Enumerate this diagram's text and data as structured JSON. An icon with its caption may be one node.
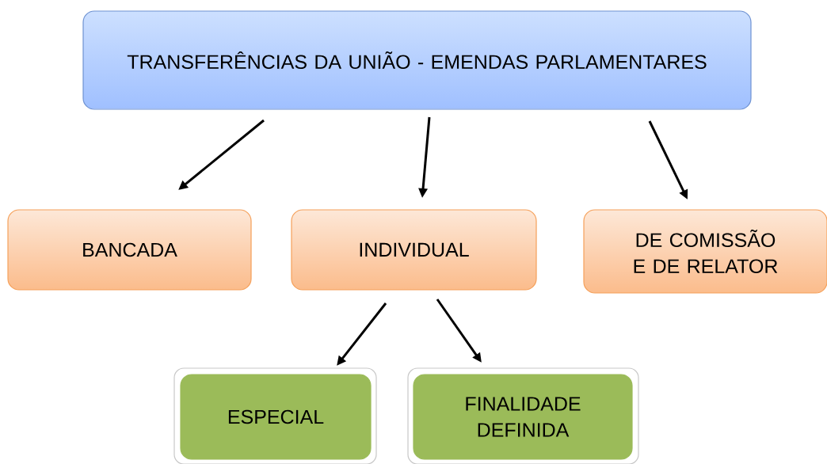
{
  "diagram": {
    "nodes": [
      {
        "text": [
          "TRANSFERÊNCIAS DA UNIÃO - EMENDAS PARLAMENTARES"
        ]
      },
      {
        "text": [
          "BANCADA"
        ]
      },
      {
        "text": [
          "INDIVIDUAL"
        ]
      },
      {
        "text": [
          "DE COMISSÃO E DE RELATOR"
        ]
      },
      {
        "text": [
          "ESPECIAL"
        ]
      },
      {
        "text": [
          "FINALIDADE DEFINIDA"
        ]
      }
    ],
    "edges": [
      {
        "from": 0,
        "to": 1,
        "arrow": "to"
      },
      {
        "from": 0,
        "to": 2,
        "arrow": "to"
      },
      {
        "from": 0,
        "to": 3,
        "arrow": "to"
      },
      {
        "from": 2,
        "to": 4,
        "arrow": "to"
      },
      {
        "from": 2,
        "to": 5,
        "arrow": "to"
      }
    ]
  }
}
